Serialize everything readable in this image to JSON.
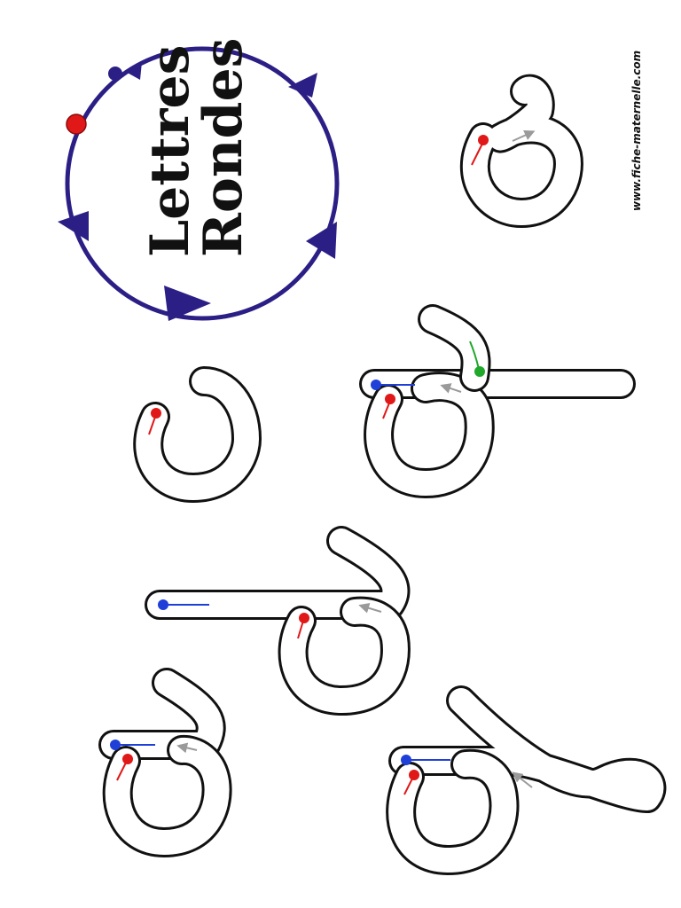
{
  "title": {
    "line1": "Lettres",
    "line2": "Rondes"
  },
  "website": "www.fiche-maternelle.com",
  "colors": {
    "arrow_circle": "#2b1f86",
    "start_red": "#e01818",
    "start_blue": "#1f3fd9",
    "start_green": "#1fa82a",
    "guide_grey": "#9a9a9a",
    "outline": "#111111"
  },
  "letters": [
    {
      "name": "o"
    },
    {
      "name": "c"
    },
    {
      "name": "a"
    },
    {
      "name": "d"
    },
    {
      "name": "g"
    },
    {
      "name": "q"
    }
  ]
}
